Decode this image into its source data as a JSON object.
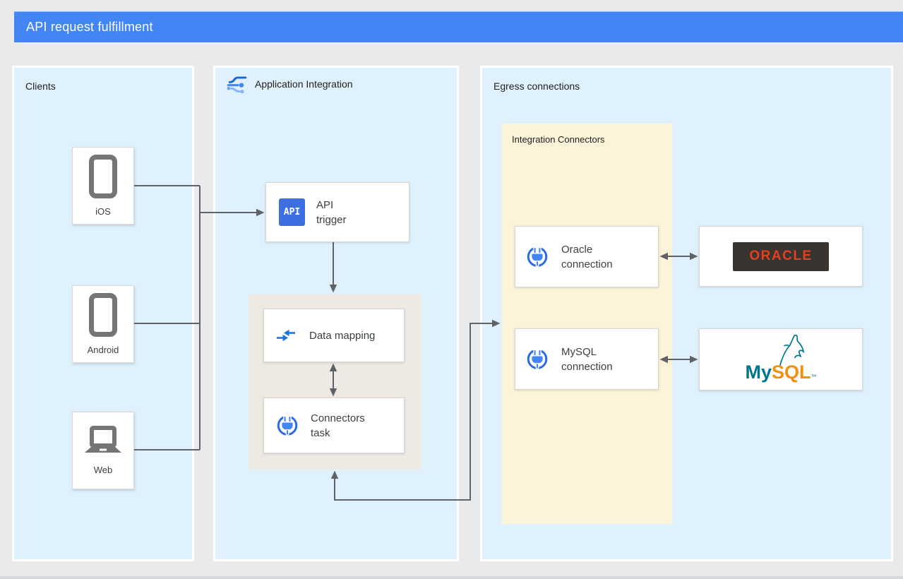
{
  "title": "API request fulfillment",
  "colors": {
    "header_blue": "#4285f4",
    "panel_blue": "#def1fc",
    "tasks_group_gray": "#efe9e4",
    "integration_connectors_yellow": "#fcf3d8",
    "canvas_background": "#e9eaec",
    "arrow_gray": "#5f6368",
    "api_badge_blue": "#3d6fe0",
    "connector_icon_blue": "#4285f4",
    "oracle_logo_red": "#e2411e",
    "oracle_logo_dark": "#3a3430",
    "mysql_teal": "#00758f",
    "mysql_orange": "#f29111",
    "device_icon_gray": "#757575"
  },
  "panels": {
    "clients": {
      "label": "Clients",
      "devices": [
        {
          "label": "iOS",
          "icon": "phone-icon"
        },
        {
          "label": "Android",
          "icon": "phone-icon"
        },
        {
          "label": "Web",
          "icon": "laptop-icon"
        }
      ]
    },
    "application_integration": {
      "label": "Application Integration",
      "icon": "application-integration-icon",
      "api_trigger": {
        "badge": "API",
        "label": "API\ntrigger"
      },
      "data_mapping": {
        "label": "Data mapping",
        "icon": "data-mapping-icon"
      },
      "connectors_task": {
        "label": "Connectors\ntask",
        "icon": "connectors-icon"
      }
    },
    "egress": {
      "label": "Egress connections",
      "integration_connectors": {
        "label": "Integration Connectors",
        "connections": [
          {
            "label": "Oracle\nconnection",
            "icon": "connectors-icon"
          },
          {
            "label": "MySQL\nconnection",
            "icon": "connectors-icon"
          }
        ]
      },
      "oracle_logo": {
        "text": "ORACLE"
      },
      "mysql_logo": {
        "my": "My",
        "sql": "SQL",
        "tm": "™"
      }
    }
  }
}
